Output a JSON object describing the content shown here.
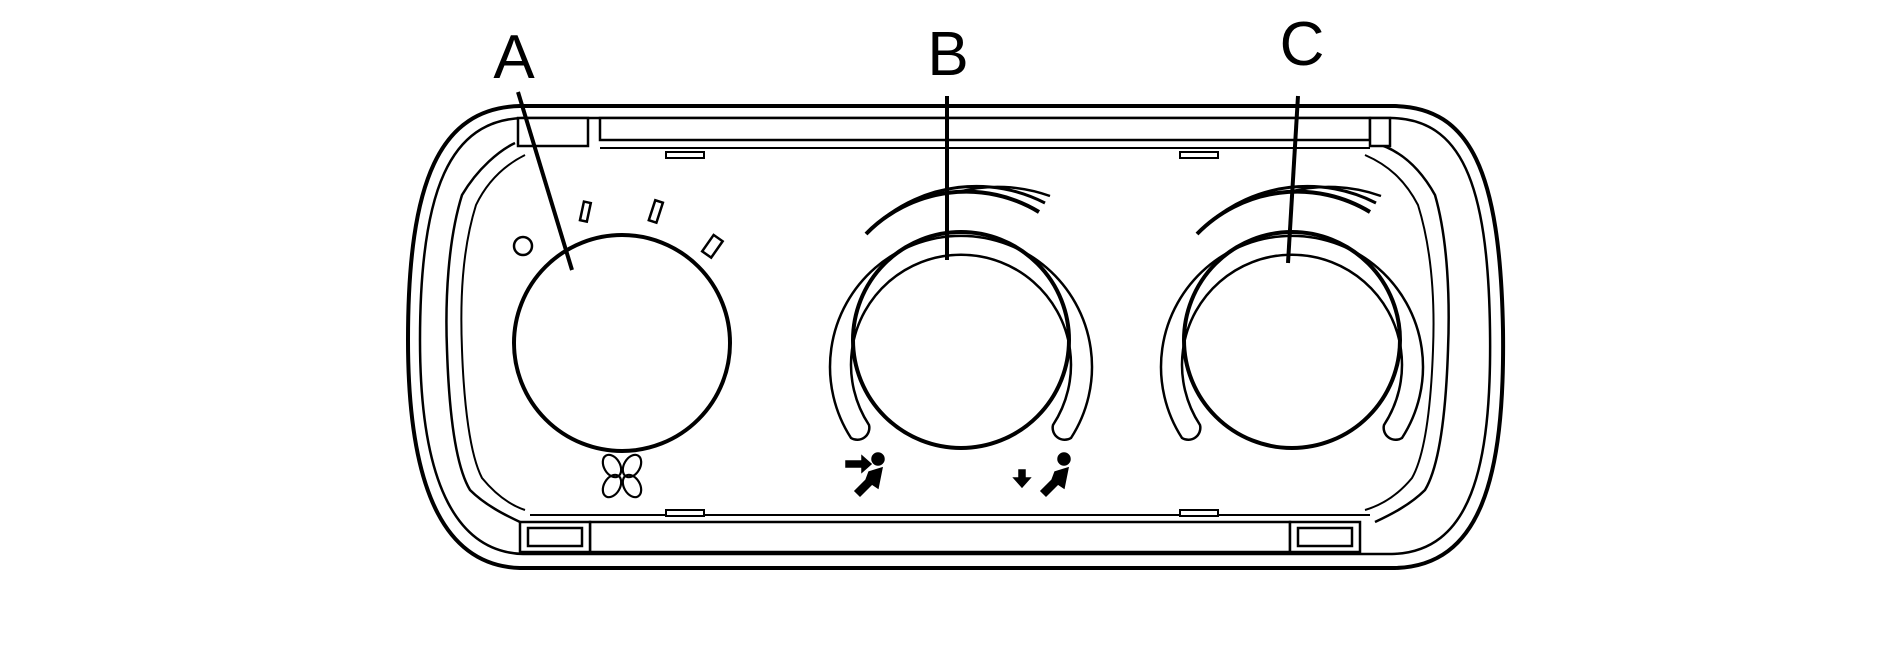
{
  "callouts": {
    "a": "A",
    "b": "B",
    "c": "C"
  },
  "controls": [
    {
      "id": "A",
      "type": "knob",
      "function": "fan-speed",
      "icon": "fan-icon"
    },
    {
      "id": "B",
      "type": "knob",
      "function": "air-delivery-mode",
      "icons": [
        "vent-mode-icon",
        "floor-mode-icon"
      ]
    },
    {
      "id": "C",
      "type": "knob",
      "function": "temperature"
    }
  ],
  "colors": {
    "line": "#000000",
    "background": "#ffffff"
  }
}
